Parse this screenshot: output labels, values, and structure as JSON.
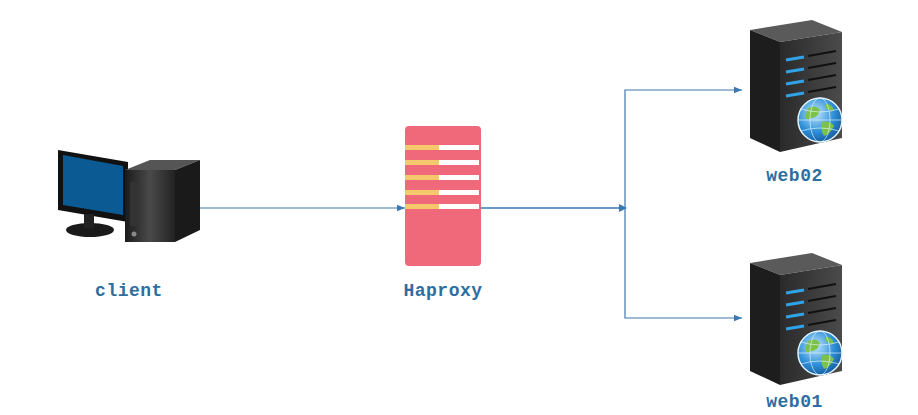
{
  "diagram": {
    "nodes": [
      {
        "text": [
          "client"
        ]
      },
      {
        "text": [
          "Haproxy"
        ]
      },
      {
        "text": [
          "web02"
        ]
      },
      {
        "text": [
          "web01"
        ]
      }
    ],
    "edges": [
      {
        "from": 0,
        "to": 1,
        "arrow": "to"
      },
      {
        "from": 1,
        "to": 2,
        "arrow": "to"
      },
      {
        "from": 1,
        "to": 3,
        "arrow": "to"
      }
    ]
  }
}
